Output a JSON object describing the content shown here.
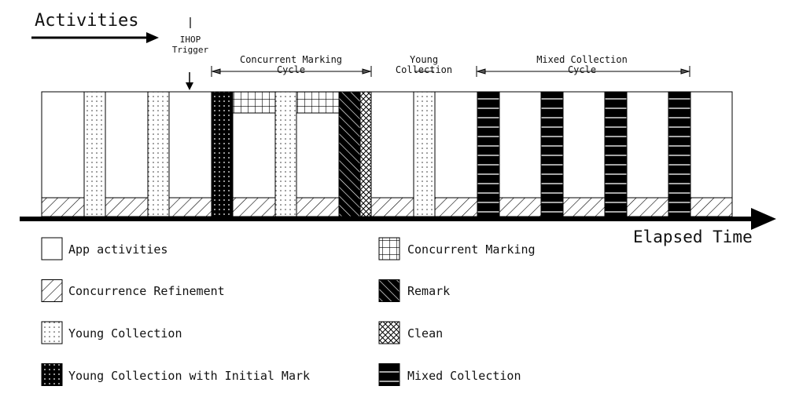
{
  "title": "Activities",
  "axis_label": "Elapsed Time",
  "annotations": {
    "ihop": "IHOP\nTrigger",
    "concurrent_marking_cycle": "Concurrent Marking\nCycle",
    "young_collection": "Young\nCollection",
    "mixed_collection_cycle": "Mixed Collection\nCycle"
  },
  "timeline": [
    "app",
    "young",
    "app",
    "young",
    "app",
    "young-initial-mark",
    "concurrent-marking",
    "young",
    "concurrent-marking",
    "remark",
    "clean",
    "app",
    "young",
    "app",
    "mixed",
    "app",
    "mixed",
    "app",
    "mixed",
    "app",
    "mixed",
    "app"
  ],
  "legend": [
    {
      "key": "app",
      "label": "App activities"
    },
    {
      "key": "refine",
      "label": "Concurrence Refinement"
    },
    {
      "key": "young",
      "label": "Young Collection"
    },
    {
      "key": "yim",
      "label": "Young Collection with Initial Mark"
    },
    {
      "key": "cm",
      "label": "Concurrent Marking"
    },
    {
      "key": "remark",
      "label": "Remark"
    },
    {
      "key": "clean",
      "label": "Clean"
    },
    {
      "key": "mixed",
      "label": "Mixed Collection"
    }
  ]
}
